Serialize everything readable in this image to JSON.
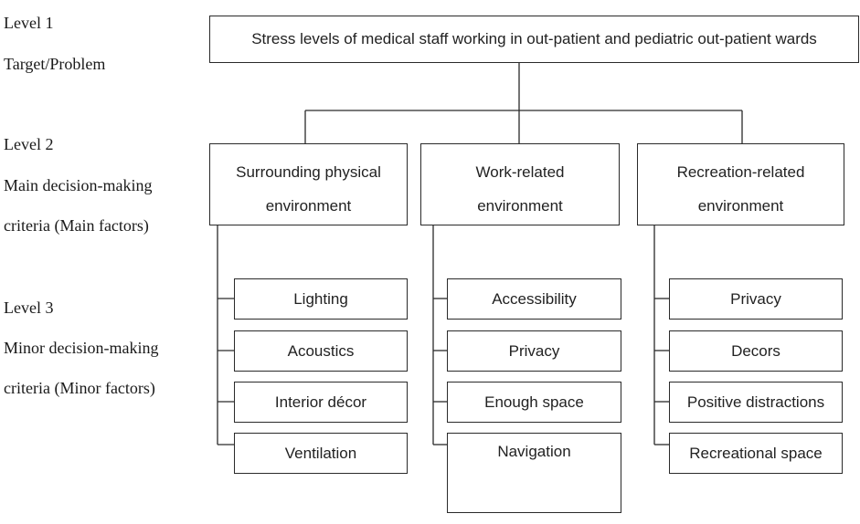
{
  "levels": [
    {
      "title": "Level 1",
      "desc": [
        "Target/Problem"
      ]
    },
    {
      "title": "Level 2",
      "desc": [
        "Main decision-making",
        "criteria (Main factors)"
      ]
    },
    {
      "title": "Level 3",
      "desc": [
        "Minor decision-making",
        "criteria (Minor factors)"
      ]
    }
  ],
  "target": "Stress levels of medical staff working in out-patient and pediatric out-patient wards",
  "main_factors": [
    {
      "lines": [
        "Surrounding physical",
        "environment"
      ],
      "minor": [
        "Lighting",
        "Acoustics",
        "Interior décor",
        "Ventilation"
      ]
    },
    {
      "lines": [
        "Work-related",
        "environment"
      ],
      "minor": [
        "Accessibility",
        "Privacy",
        "Enough space",
        "Navigation"
      ]
    },
    {
      "lines": [
        "Recreation-related",
        "environment"
      ],
      "minor": [
        "Privacy",
        "Decors",
        "Positive distractions",
        "Recreational space"
      ]
    }
  ]
}
